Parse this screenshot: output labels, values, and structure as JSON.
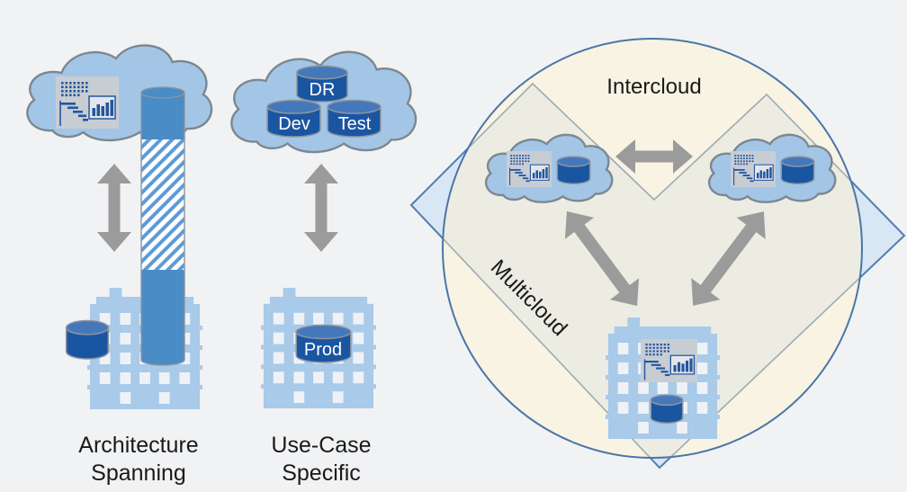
{
  "diagram": {
    "title": "Hybrid / Multicloud / Intercloud deployment patterns",
    "left_section": {
      "architecture_spanning": {
        "caption_line1": "Architecture",
        "caption_line2": "Spanning",
        "cloud_icons": [
          "cloud-icon",
          "dashboard-icon",
          "database-column-icon"
        ],
        "onprem_icons": [
          "building-icon",
          "database-icon"
        ],
        "connector": "double-arrow-vertical-icon"
      },
      "use_case_specific": {
        "caption_line1": "Use-Case",
        "caption_line2": "Specific",
        "cloud_databases": {
          "top": "DR",
          "bottom_left": "Dev",
          "bottom_right": "Test"
        },
        "onprem_database": "Prod",
        "connector": "double-arrow-vertical-icon"
      }
    },
    "right_section": {
      "outer_region_label": "Intercloud",
      "inner_region_label": "Multicloud",
      "nodes": [
        {
          "name": "cloud-a",
          "icons": [
            "cloud-icon",
            "dashboard-icon",
            "database-icon"
          ]
        },
        {
          "name": "cloud-b",
          "icons": [
            "cloud-icon",
            "dashboard-icon",
            "database-icon"
          ]
        },
        {
          "name": "on-premises",
          "icons": [
            "building-icon",
            "dashboard-icon",
            "database-icon"
          ]
        }
      ],
      "connectors": [
        "cloud-a <-> cloud-b",
        "cloud-a <-> on-premises",
        "cloud-b <-> on-premises"
      ]
    }
  },
  "colors": {
    "background": "#F1F2F4",
    "cloud_fill": "#A3C6E6",
    "cloud_stroke": "#7D8791",
    "building_fill": "#A9CAE9",
    "window_fill": "#EEF2F7",
    "db_body": "#1A55A2",
    "db_top": "#4478BB",
    "db_stroke": "#8D959E",
    "column_fill": "#4A8CC6",
    "hatch_stripe": "#5E9BD6",
    "arrow_fill": "#9B9B9B",
    "intercloud_fill": "#F8F3E3",
    "intercloud_stroke": "#4A76A8",
    "multicloud_fill": "#D9E6F4",
    "multicloud_stroke": "#4F7EAE",
    "multicloud_inner_stroke": "#9DABB0",
    "panel_fill": "#C8CDD4",
    "panel_ink": "#24569F",
    "text": "#1A1A1A",
    "db_text": "#FFFFFF"
  }
}
